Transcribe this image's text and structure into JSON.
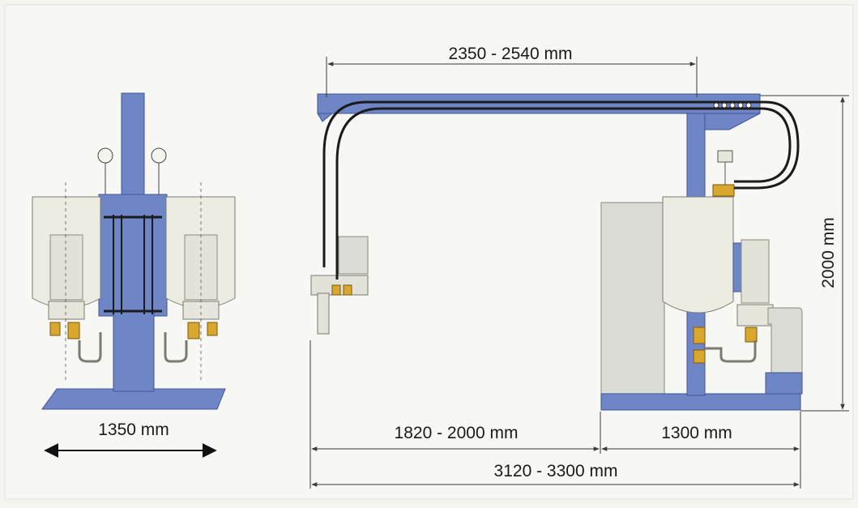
{
  "dimensions": {
    "front_width": "1350 mm",
    "boom_reach": "2350 - 2540 mm",
    "head_offset": "1820 - 2000 mm",
    "base_depth": "1300 mm",
    "total_length": "3120 - 3300 mm",
    "height": "2000 mm"
  },
  "colors": {
    "frame": "#6f86c6",
    "frame_dark": "#3f5497",
    "tank": "#ecece2",
    "tank_stroke": "#7b7b74",
    "cabinet": "#dcdcd6",
    "valve": "#d9a62e",
    "hose": "#1b1b1b",
    "dim_line": "#3a3a3a"
  }
}
